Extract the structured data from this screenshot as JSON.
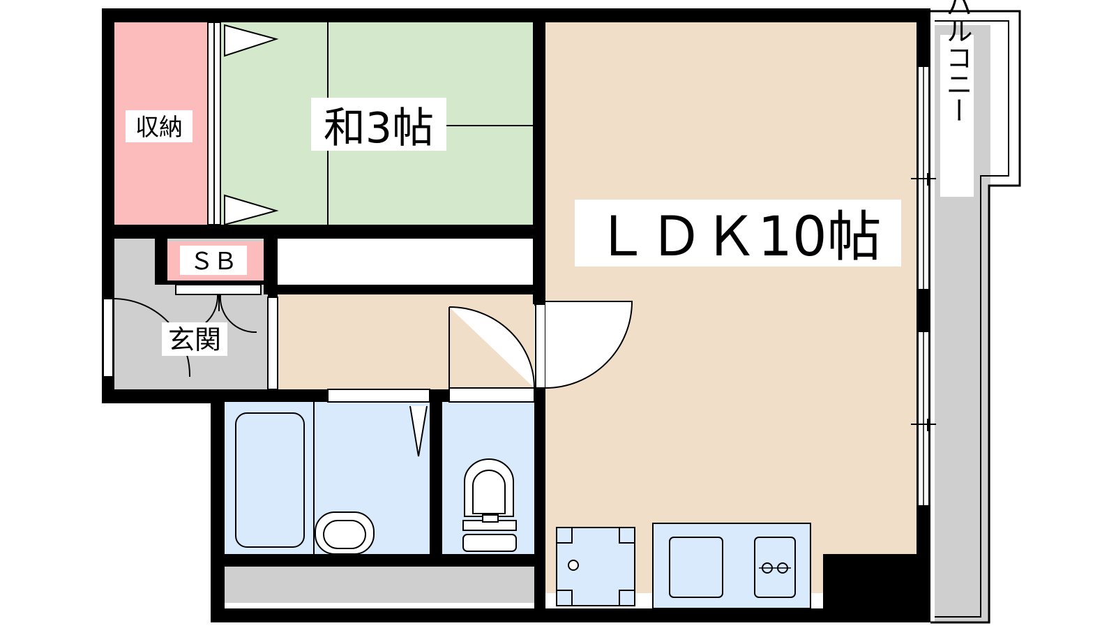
{
  "rooms": {
    "washitsu": "和3帖",
    "storage": "収納",
    "shoe_box": "ＳＢ",
    "entrance": "玄関",
    "ldk": "ＬＤＫ10帖",
    "balcony": "バルコニー"
  },
  "colors": {
    "wall": "#000000",
    "tatami": "#d4e9cc",
    "storage": "#fcbcbc",
    "floor_wood": "#f0dec8",
    "wet_area": "#d9eafd",
    "grey_area": "#cfcfcf",
    "label_bg": "#ffffff"
  }
}
